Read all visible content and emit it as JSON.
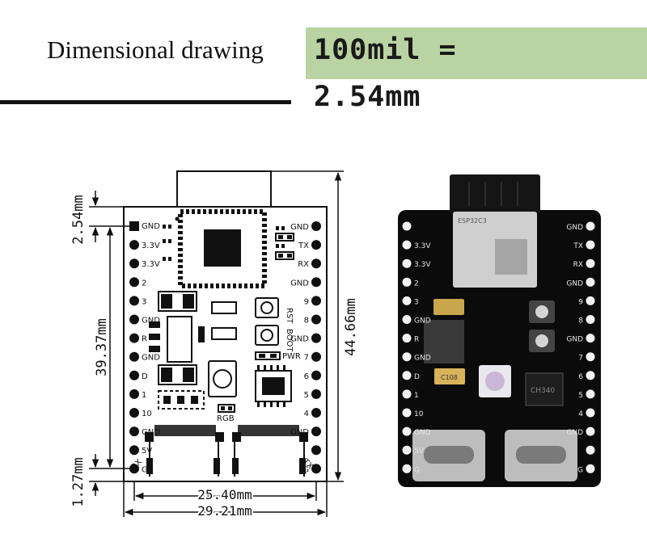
{
  "header": {
    "title": "Dimensional drawing",
    "equation_line1": "100mil =",
    "equation_line2": "2.54mm"
  },
  "dimensions": {
    "top_pitch": "2.54mm",
    "body_height": "39.37mm",
    "bottom_pitch": "1.27mm",
    "total_height": "44.66mm",
    "pin_span": "25.40mm",
    "board_width": "29.21mm"
  },
  "pins_left": [
    "",
    "3.3V",
    "3.3V",
    "2",
    "3",
    "GND",
    "R",
    "GND",
    "D",
    "1",
    "10",
    "GND",
    "5V",
    "G"
  ],
  "pins_right": [
    "GND",
    "TX",
    "RX",
    "GND",
    "9",
    "8",
    "GND",
    "7",
    "6",
    "5",
    "4",
    "GND",
    "",
    "G"
  ],
  "silkscreen": {
    "gnd_top_left": "GND",
    "rst": "RST",
    "boot": "BOOT",
    "pwr": "PWR",
    "rgb": "RGB",
    "rx_bottom": "RX",
    "tx_bottom": "TX"
  },
  "photo": {
    "module": "ESP32C3",
    "usb_chip": "CH340",
    "led": "C108"
  },
  "colors": {
    "header_box": "#b9d4a2",
    "pcb": "#0b0b0b",
    "line": "#111111"
  }
}
